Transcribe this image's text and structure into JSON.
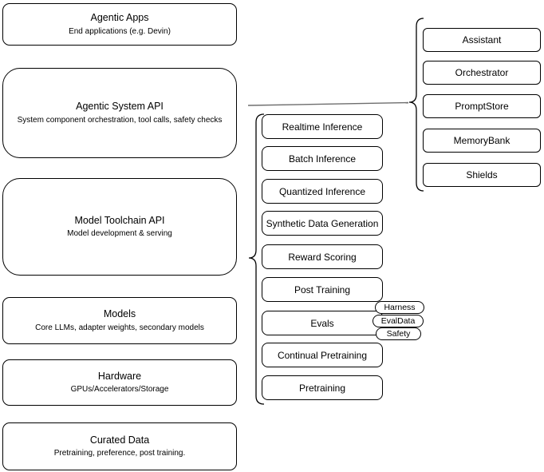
{
  "diagram": {
    "left_stack": [
      {
        "title": "Agentic Apps",
        "subtitle": "End applications (e.g. Devin)"
      },
      {
        "title": "Agentic System API",
        "subtitle": "System component orchestration, tool calls, safety checks"
      },
      {
        "title": "Model Toolchain API",
        "subtitle": "Model development & serving"
      },
      {
        "title": "Models",
        "subtitle": "Core LLMs, adapter weights, secondary models"
      },
      {
        "title": "Hardware",
        "subtitle": "GPUs/Accelerators/Storage"
      },
      {
        "title": "Curated Data",
        "subtitle": "Pretraining, preference, post training."
      }
    ],
    "toolchain_items": [
      "Realtime Inference",
      "Batch Inference",
      "Quantized Inference",
      "Synthetic Data Generation",
      "Reward Scoring",
      "Post Training",
      "Evals",
      "Continual Pretraining",
      "Pretraining"
    ],
    "system_components": [
      "Assistant",
      "Orchestrator",
      "PromptStore",
      "MemoryBank",
      "Shields"
    ],
    "eval_tags": [
      "Harness",
      "EvalData",
      "Safety"
    ],
    "colors": {
      "stroke": "#000000",
      "connector": "#6e6e6e",
      "background": "#ffffff"
    }
  }
}
